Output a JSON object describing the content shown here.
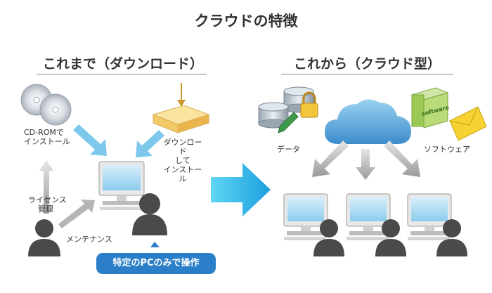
{
  "title": "クラウドの特徴",
  "left": {
    "heading": "これまで（ダウンロード）",
    "cdrom_label": [
      "CD-ROMで",
      "インストール"
    ],
    "download_label": [
      "ダウンロード",
      "して",
      "インストール"
    ],
    "license_label": [
      "ライセンス",
      "管理"
    ],
    "maintenance_label": "メンテナンス",
    "badge": "特定のPCのみで操作"
  },
  "right": {
    "heading": "これから（クラウド型）",
    "data_label": "データ",
    "software_label": "ソフトウェア",
    "software_box_text": "software"
  },
  "colors": {
    "arrow_blue": "#7ec8ec",
    "big_arrow": "#2fb4e6",
    "grey_arrow": "#a8a8a8",
    "person": "#4a4a4a",
    "cloud": "#5aa8d8",
    "badge": "#2b7fc8"
  }
}
